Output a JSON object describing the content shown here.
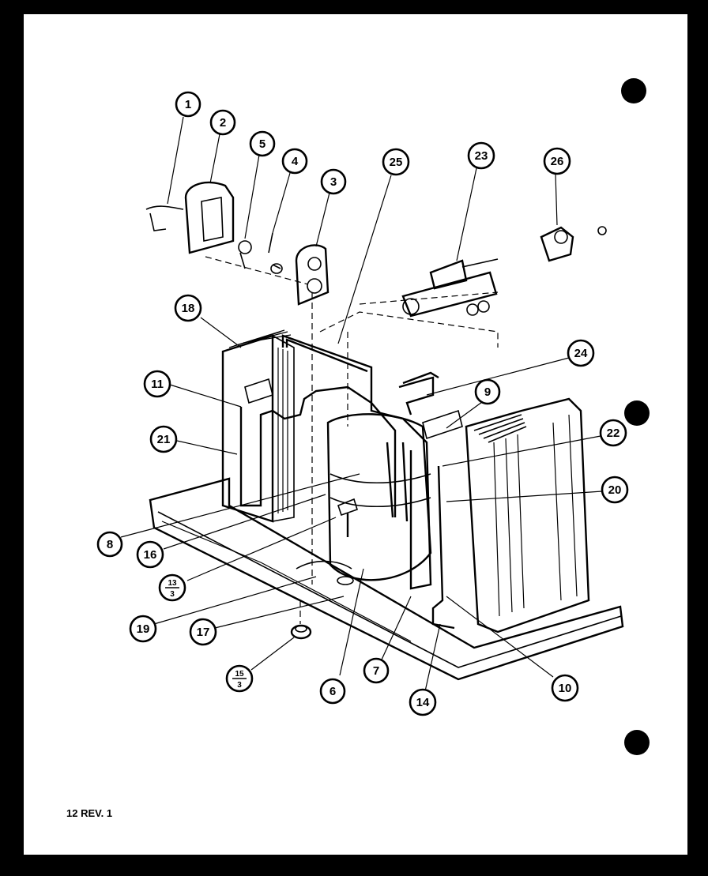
{
  "diagram": {
    "callouts": [
      {
        "id": "c1",
        "label": "1"
      },
      {
        "id": "c2",
        "label": "2"
      },
      {
        "id": "c5",
        "label": "5"
      },
      {
        "id": "c4",
        "label": "4"
      },
      {
        "id": "c3",
        "label": "3"
      },
      {
        "id": "c25",
        "label": "25"
      },
      {
        "id": "c23",
        "label": "23"
      },
      {
        "id": "c26",
        "label": "26"
      },
      {
        "id": "c18",
        "label": "18"
      },
      {
        "id": "c24",
        "label": "24"
      },
      {
        "id": "c11",
        "label": "11"
      },
      {
        "id": "c9",
        "label": "9"
      },
      {
        "id": "c22",
        "label": "22"
      },
      {
        "id": "c21",
        "label": "21"
      },
      {
        "id": "c20",
        "label": "20"
      },
      {
        "id": "c8",
        "label": "8"
      },
      {
        "id": "c16",
        "label": "16"
      },
      {
        "id": "c19",
        "label": "19"
      },
      {
        "id": "c17",
        "label": "17"
      },
      {
        "id": "c6",
        "label": "6"
      },
      {
        "id": "c7",
        "label": "7"
      },
      {
        "id": "c14",
        "label": "14"
      },
      {
        "id": "c10",
        "label": "10"
      }
    ],
    "fraction_callouts": [
      {
        "id": "f13",
        "numerator": "13",
        "denominator": "3"
      },
      {
        "id": "f15",
        "numerator": "15",
        "denominator": "3"
      }
    ]
  },
  "footer": {
    "page_label": "12 REV. 1"
  }
}
